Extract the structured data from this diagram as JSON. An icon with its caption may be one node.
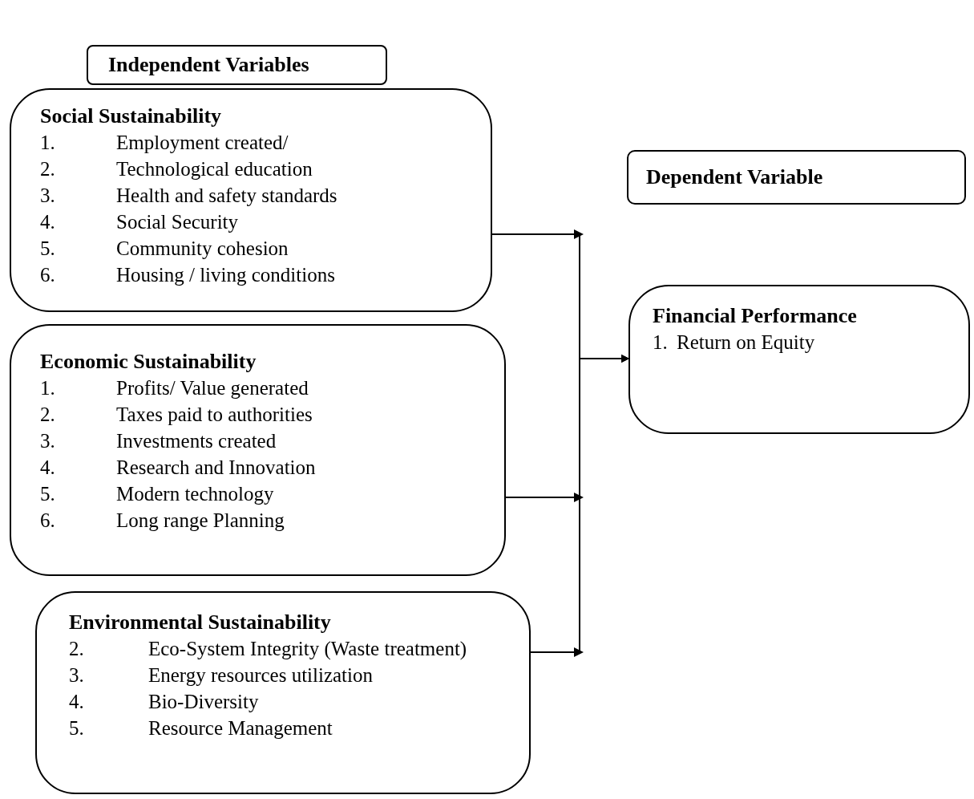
{
  "diagram": {
    "nodes": [
      {
        "text": [
          "Independent Variables"
        ]
      },
      {
        "text": [
          "Social Sustainability",
          "1.",
          "Employment created/",
          "2.",
          "Technological education",
          "3.",
          "Health and safety standards",
          "4.",
          "Social Security",
          "5.",
          "Community cohesion",
          "6.",
          "Housing / living conditions"
        ]
      },
      {
        "text": [
          "Economic Sustainability",
          "1.",
          "Profits/ Value generated",
          "2.",
          "Taxes paid to authorities",
          "3.",
          "Investments created",
          "4.",
          "Research and Innovation",
          "5.",
          "Modern technology",
          "6.",
          "Long range Planning"
        ]
      },
      {
        "text": [
          "Environmental Sustainability",
          "2.",
          "Eco-System Integrity (Waste treatment)",
          "3.",
          "Energy resources utilization",
          "4.",
          "Bio-Diversity",
          "5.",
          "Resource Management"
        ]
      },
      {
        "text": [
          "Dependent Variable"
        ]
      },
      {
        "text": [
          "Financial Performance",
          "1.",
          "Return on Equity"
        ]
      }
    ],
    "edges": [
      {
        "from": 1,
        "to": 5,
        "arrow": "to"
      },
      {
        "from": 2,
        "to": 5,
        "arrow": "to"
      },
      {
        "from": 3,
        "to": 5,
        "arrow": "to"
      }
    ]
  }
}
